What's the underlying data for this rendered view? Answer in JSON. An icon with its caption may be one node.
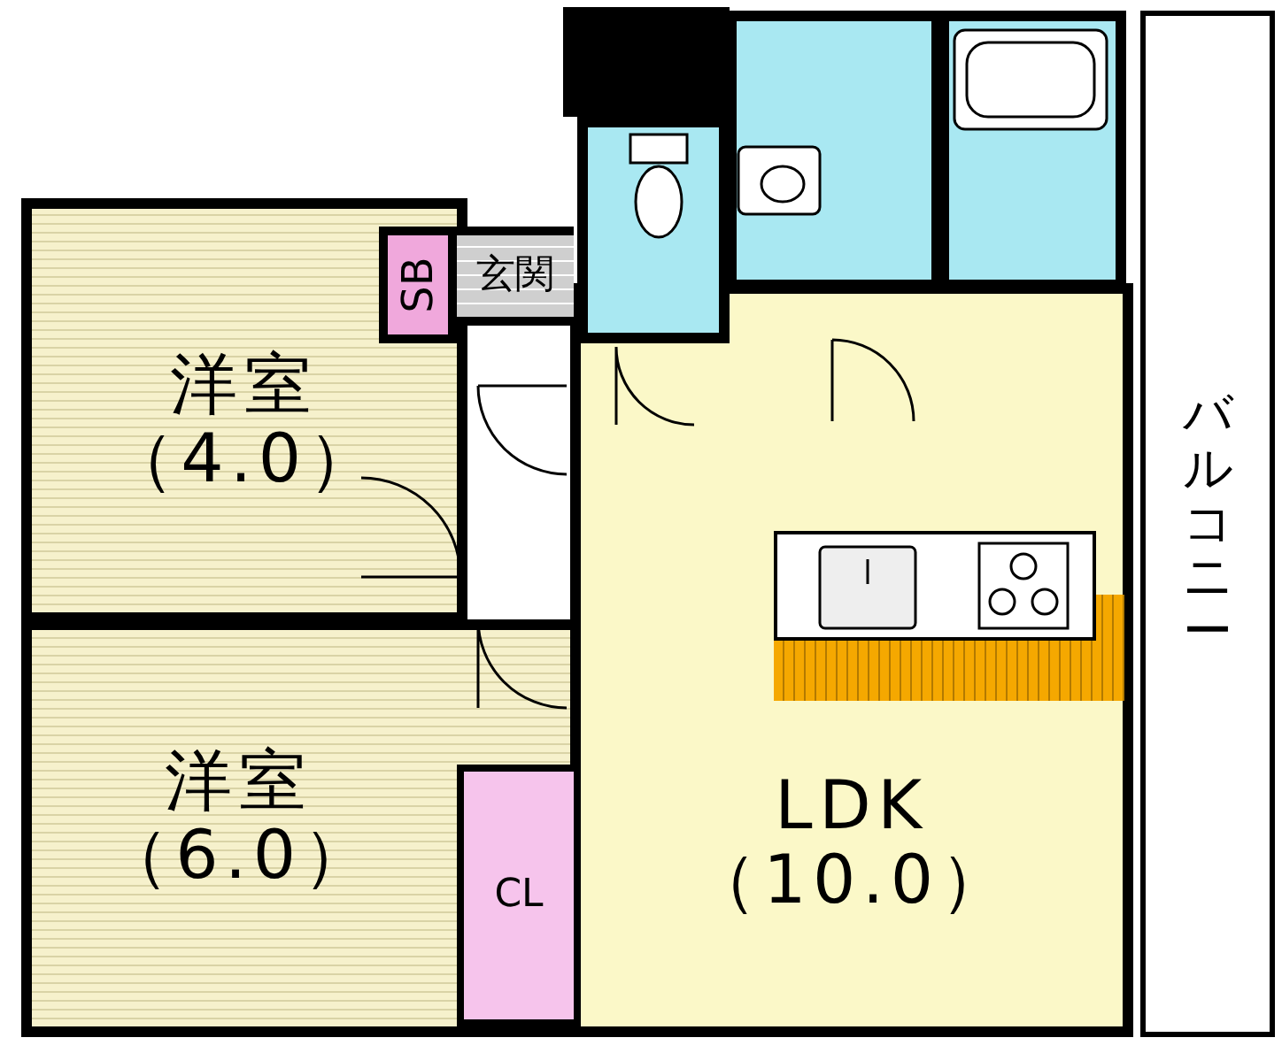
{
  "diagram": {
    "nodes": [
      {
        "text": [
          "洋室",
          "（4.0）"
        ]
      },
      {
        "text": [
          "SB"
        ],
        "in": 0
      },
      {
        "text": [
          "玄関"
        ]
      },
      {
        "text": [],
        "shape": "box"
      },
      {
        "text": [],
        "shape": "box"
      },
      {
        "text": [],
        "shape": "box"
      },
      {
        "text": [],
        "shape": "box"
      },
      {
        "text": [
          "洋室",
          "（6.0）"
        ]
      },
      {
        "text": [
          "CL"
        ],
        "in": 7
      },
      {
        "text": [
          "LDK",
          "（10.0）"
        ]
      },
      {
        "text": [
          "バルコニー"
        ]
      }
    ]
  }
}
